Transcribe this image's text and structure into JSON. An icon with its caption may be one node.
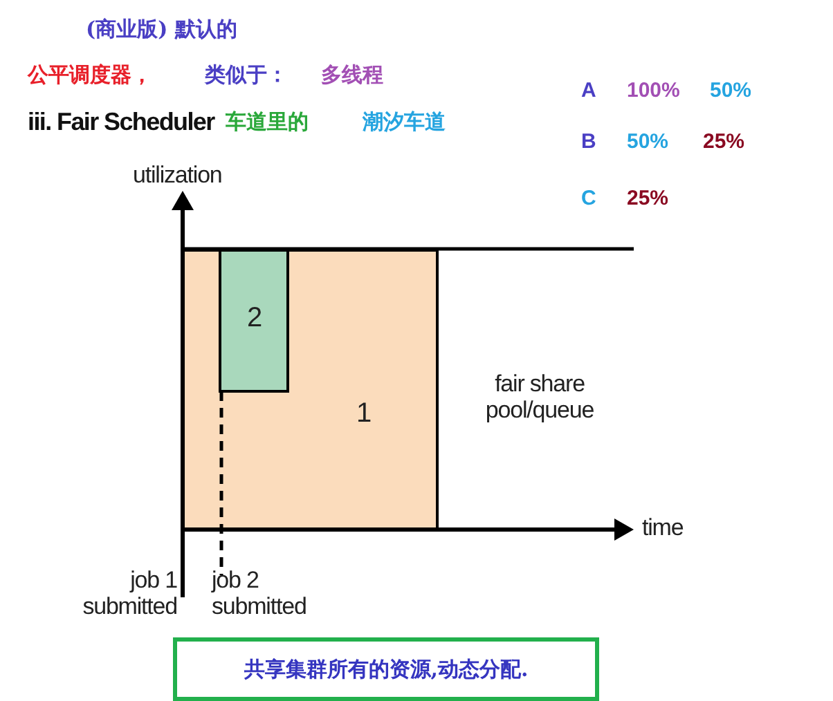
{
  "diagram": {
    "nodes": [
      {
        "text": [
          "1"
        ]
      },
      {
        "text": [
          "2"
        ],
        "in": 0
      },
      {
        "text": [
          "共享集群所有的资源,动态分配."
        ]
      }
    ],
    "labels": [
      "(商业版) 默认的",
      "公平调度器，",
      "类似于：",
      "多线程",
      "iii. Fair Scheduler",
      "车道里的",
      "潮汐车道",
      "A",
      "100%",
      "50%",
      "B",
      "50%",
      "25%",
      "C",
      "25%",
      "utilization",
      "fair share pool/queue",
      "time",
      "job 1 submitted",
      "job 2 submitted"
    ]
  }
}
